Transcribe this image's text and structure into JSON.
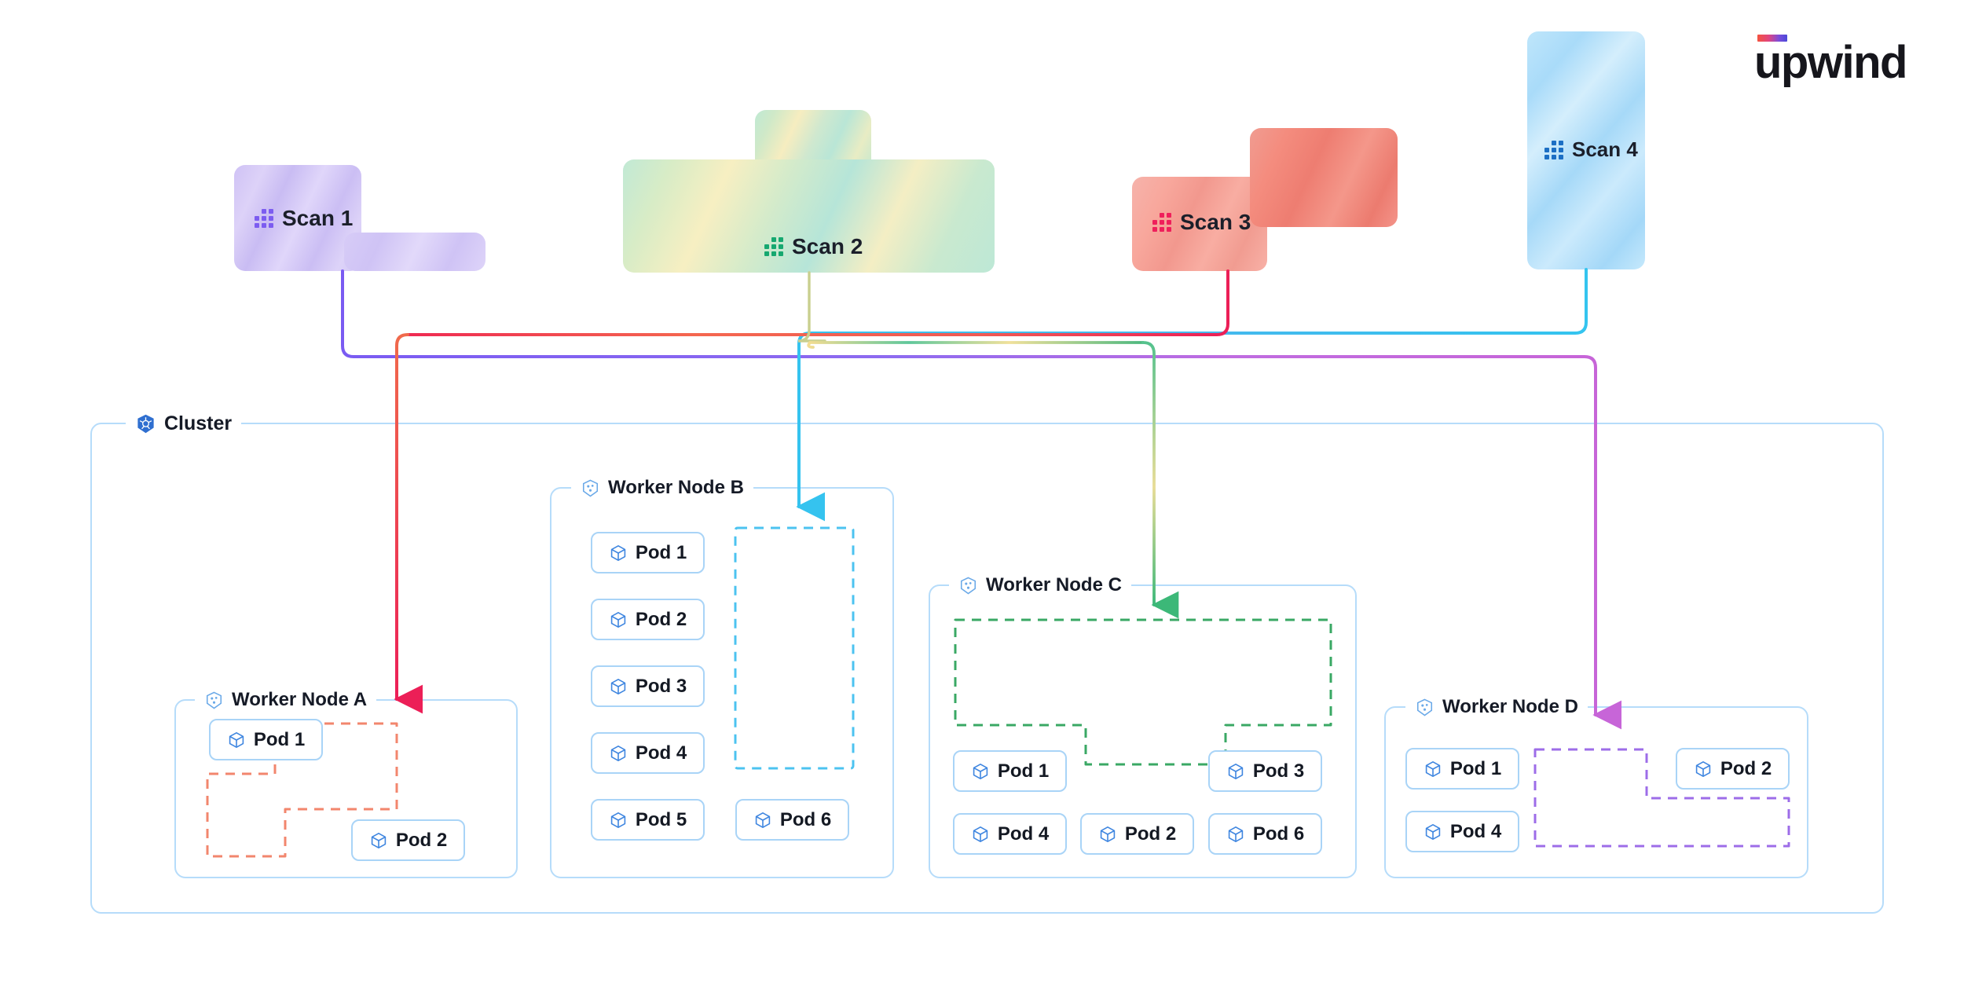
{
  "brand": {
    "logo_text": "upwind",
    "logo_gradient": [
      "#f4533f",
      "#e0457f",
      "#7b4ddb",
      "#4a49d8"
    ]
  },
  "diagram": {
    "type": "kubernetes-scan-placement-diagram",
    "scans": [
      {
        "id": "scan1",
        "label": "Scan 1",
        "icon": "scan-dots-icon",
        "accent": "#7c5cf0",
        "shape": "L-shape",
        "line_color": "#8b5cf6",
        "targets": "Worker Node D"
      },
      {
        "id": "scan2",
        "label": "Scan 2",
        "icon": "scan-dots-icon",
        "accent": "#16a870",
        "shape": "T-shape",
        "line_color": "#3cb878",
        "targets": "Worker Node C"
      },
      {
        "id": "scan3",
        "label": "Scan 3",
        "icon": "scan-dots-icon",
        "accent": "#ef1f5b",
        "shape": "reverse-L-shape",
        "line_color": "#ef2a52",
        "targets": "Worker Node A"
      },
      {
        "id": "scan4",
        "label": "Scan 4",
        "icon": "scan-dots-icon",
        "accent": "#1c6fc4",
        "shape": "vertical-bar",
        "line_color": "#35c3ef",
        "targets": "Worker Node B"
      }
    ],
    "cluster": {
      "label": "Cluster",
      "icon": "kubernetes-icon",
      "border_color": "#b6dcfa"
    },
    "nodes": [
      {
        "id": "nodeA",
        "label": "Worker Node A",
        "icon": "worker-node-icon",
        "slot_color": "#f2866d",
        "pods": [
          {
            "label": "Pod 1",
            "icon": "pod-cube-icon"
          },
          {
            "label": "Pod 2",
            "icon": "pod-cube-icon"
          }
        ]
      },
      {
        "id": "nodeB",
        "label": "Worker Node B",
        "icon": "worker-node-icon",
        "slot_color": "#4cc3f0",
        "pods": [
          {
            "label": "Pod 1",
            "icon": "pod-cube-icon"
          },
          {
            "label": "Pod 2",
            "icon": "pod-cube-icon"
          },
          {
            "label": "Pod 3",
            "icon": "pod-cube-icon"
          },
          {
            "label": "Pod 4",
            "icon": "pod-cube-icon"
          },
          {
            "label": "Pod 5",
            "icon": "pod-cube-icon"
          },
          {
            "label": "Pod 6",
            "icon": "pod-cube-icon"
          }
        ]
      },
      {
        "id": "nodeC",
        "label": "Worker Node C",
        "icon": "worker-node-icon",
        "slot_color": "#3aa864",
        "pods": [
          {
            "label": "Pod 1",
            "icon": "pod-cube-icon"
          },
          {
            "label": "Pod 3",
            "icon": "pod-cube-icon"
          },
          {
            "label": "Pod 4",
            "icon": "pod-cube-icon"
          },
          {
            "label": "Pod 2",
            "icon": "pod-cube-icon"
          },
          {
            "label": "Pod 6",
            "icon": "pod-cube-icon"
          }
        ]
      },
      {
        "id": "nodeD",
        "label": "Worker Node D",
        "icon": "worker-node-icon",
        "slot_color": "#9d6de8",
        "pods": [
          {
            "label": "Pod 1",
            "icon": "pod-cube-icon"
          },
          {
            "label": "Pod 2",
            "icon": "pod-cube-icon"
          },
          {
            "label": "Pod 4",
            "icon": "pod-cube-icon"
          }
        ]
      }
    ]
  }
}
